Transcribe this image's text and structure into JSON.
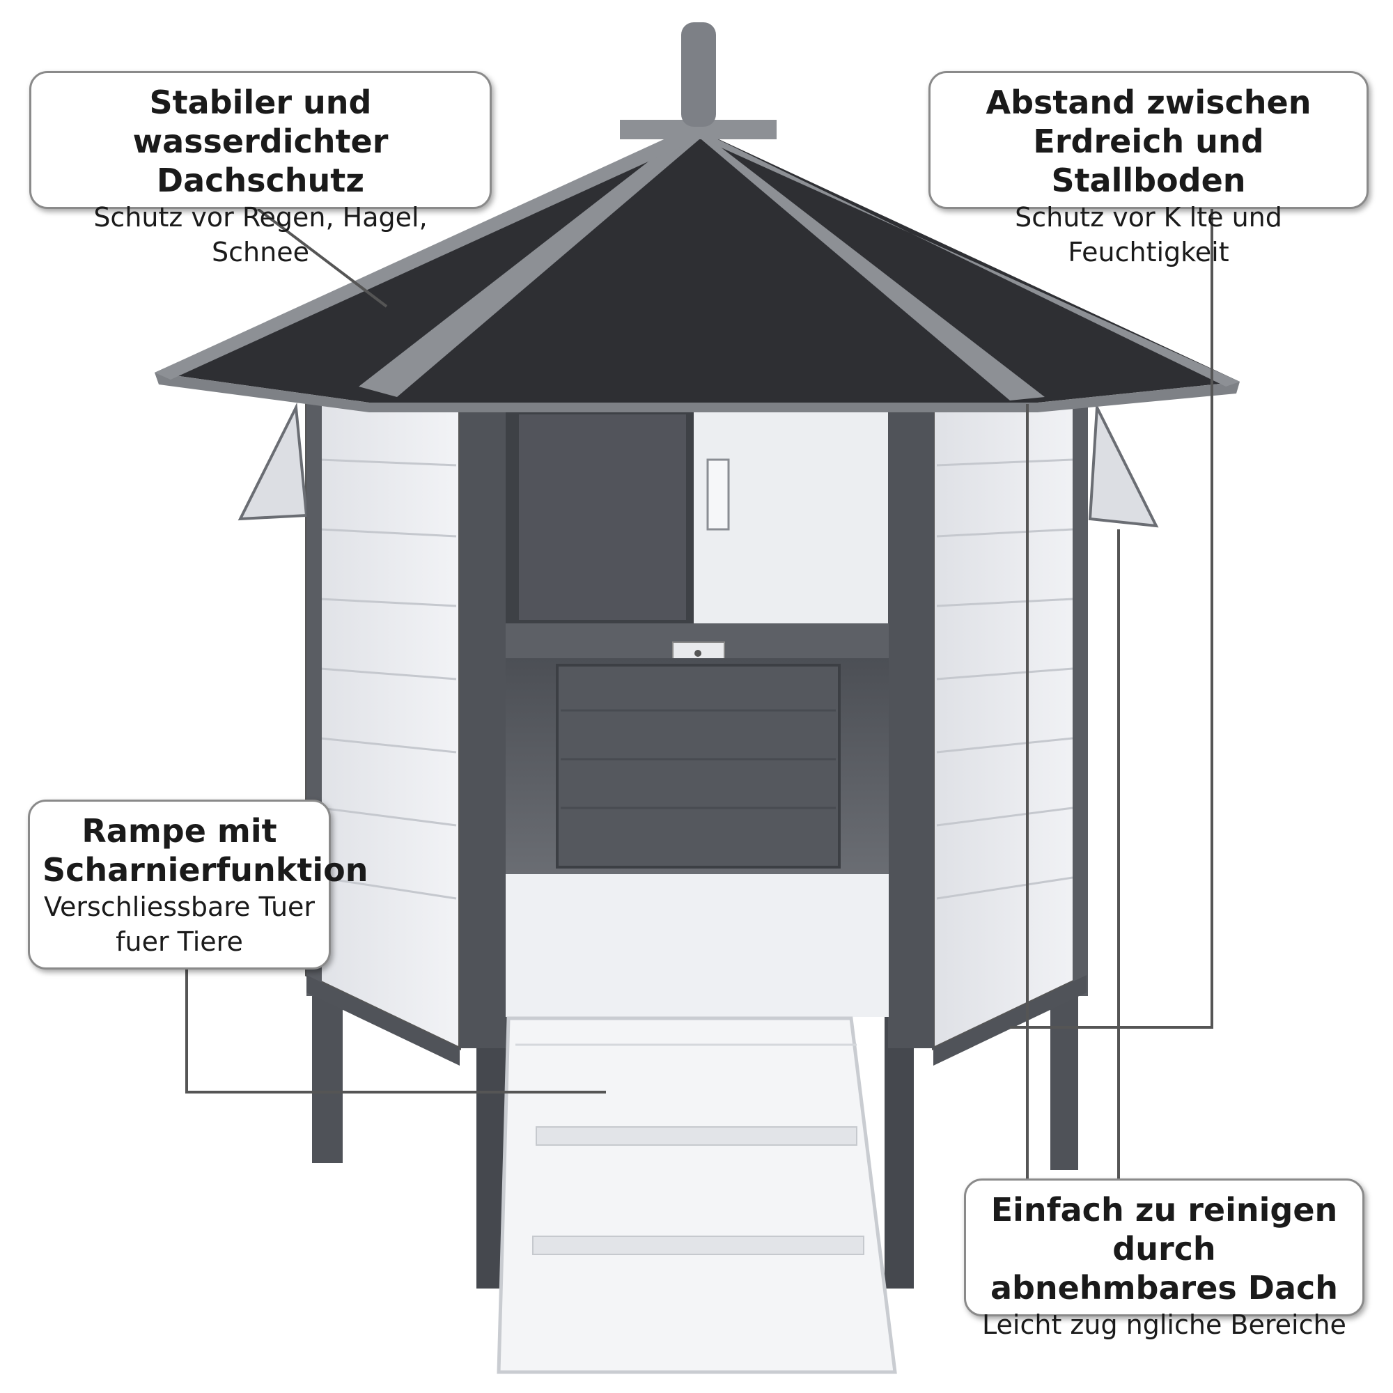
{
  "callouts": {
    "roof": {
      "title": "Stabiler und wasserdichter\nDachschutz",
      "sub": "Schutz vor Regen, Hagel, Schnee"
    },
    "floor": {
      "title": "Abstand zwischen\nErdreich und Stallboden",
      "sub": "Schutz vor K lte und Feuchtigkeit"
    },
    "ramp": {
      "title": "Rampe mit\nScharnierfunktion",
      "sub": "Verschliessbare Tuer\nfuer Tiere"
    },
    "clean": {
      "title": "Einfach zu reinigen durch\nabnehmbares Dach",
      "sub": "Leicht zug  ngliche Bereiche"
    }
  },
  "colors": {
    "roof_felt": "#2e2f33",
    "roof_trim": "#8d9095",
    "frame": "#505359",
    "panel": "#e6e8ec",
    "leader_line": "#555555",
    "callout_border": "#8a8a8a"
  }
}
